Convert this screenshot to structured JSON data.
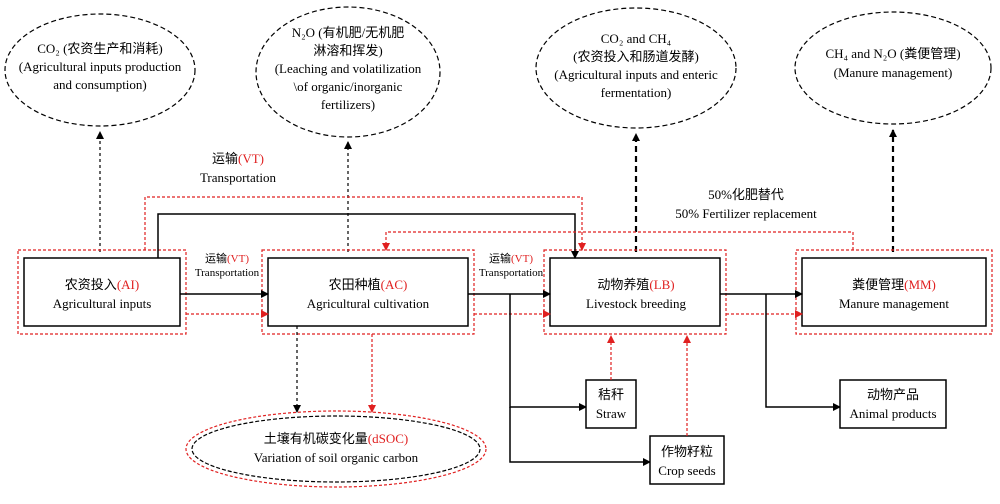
{
  "ellipses": {
    "co2_inputs": {
      "line1": "CO₂ (农资生产和消耗)",
      "line2": "(Agricultural inputs production",
      "line3": "and consumption)"
    },
    "n2o_fert": {
      "line1": "N₂O (有机肥/无机肥",
      "line2": "淋溶和挥发)",
      "line3": "(Leaching and volatilization",
      "line4": "\\of organic/inorganic",
      "line5": "fertilizers)"
    },
    "co2_ch4": {
      "line1": "CO₂ and CH₄",
      "line2": "(农资投入和肠道发酵)",
      "line3": "(Agricultural inputs and enteric",
      "line4": "fermentation)"
    },
    "ch4_n2o": {
      "line1": "CH₄ and N₂O (粪便管理)",
      "line2": "(Manure management)"
    },
    "dsoc": {
      "zh": "土壤有机碳变化量",
      "abbr": "(dSOC)",
      "en": "Variation of soil organic carbon"
    }
  },
  "boxes": {
    "ai": {
      "zh": "农资投入",
      "abbr": "(AI)",
      "en": "Agricultural inputs"
    },
    "ac": {
      "zh": "农田种植",
      "abbr": "(AC)",
      "en": "Agricultural cultivation"
    },
    "lb": {
      "zh": "动物养殖",
      "abbr": "(LB)",
      "en": "Livestock breeding"
    },
    "mm": {
      "zh": "粪便管理",
      "abbr": "(MM)",
      "en": "Manure management"
    },
    "straw": {
      "zh": "秸秆",
      "en": "Straw"
    },
    "seeds": {
      "zh": "作物籽粒",
      "en": "Crop seeds"
    },
    "animal": {
      "zh": "动物产品",
      "en": "Animal products"
    }
  },
  "labels": {
    "vt_top": {
      "zh": "运输",
      "abbr": "(VT)",
      "en": "Transportation"
    },
    "vt_ai_ac": {
      "zh": "运输",
      "abbr": "(VT)",
      "en": "Transportation"
    },
    "vt_ac_lb": {
      "zh": "运输",
      "abbr": "(VT)",
      "en": "Transportation"
    },
    "fert": {
      "zh": "50%化肥替代",
      "en": "50% Fertilizer replacement"
    }
  },
  "colors": {
    "red": "#e02020",
    "black": "#000000"
  }
}
